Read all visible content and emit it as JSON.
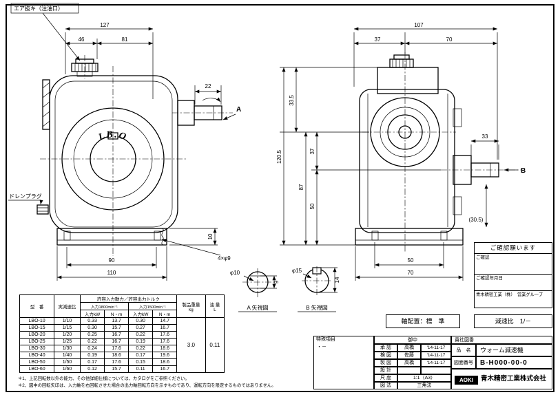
{
  "front": {
    "air_vent": "エア抜キ（注油口）",
    "drain": "ドレンプラグ",
    "logo": "LB.O",
    "d127": "127",
    "d46": "46",
    "d81": "81",
    "d22": "22",
    "d90": "90",
    "d110": "110",
    "d10": "10",
    "bolt": "4×φ9",
    "arrow": "A"
  },
  "side": {
    "d107": "107",
    "d37t": "37",
    "d70t": "70",
    "d335": "33.5",
    "d1205": "120.5",
    "d37": "37",
    "d87": "87",
    "d50": "50",
    "d33": "33",
    "d305": "(30.5)",
    "d50b": "50",
    "d70b": "70",
    "arrow": "B"
  },
  "detail_a": {
    "dia": "φ10",
    "dim": "9",
    "title": "A 矢視図"
  },
  "detail_b": {
    "dia": "φ15",
    "dim": "14",
    "title": "B 矢視図"
  },
  "confirm": {
    "title": "ご確認願います",
    "r1": "ご確認",
    "r2": "ご確認年月日",
    "r3": "青木精密工業（株）　営業グループ"
  },
  "axis": "軸配置：標　準",
  "ratio": "減速比　1/－",
  "spec": {
    "h_model": "型　番",
    "h_ratio": "実減速比",
    "h_group": "許容入力動力／許容出力トルク",
    "h_1800": "入力1800min⁻¹",
    "h_1500": "入力1500min⁻¹",
    "h_kw": "入力kW",
    "h_nm": "N・m",
    "h_wt": "製品重量",
    "h_wt_u": "kg",
    "h_oil": "油 量",
    "h_oil_u": "L",
    "wt": "3.0",
    "oil": "0.11",
    "rows": [
      {
        "m": "LBO-10",
        "r": "1/10",
        "a": "0.33",
        "b": "13.7",
        "c": "0.30",
        "d": "14.7"
      },
      {
        "m": "LBO-15",
        "r": "1/15",
        "a": "0.30",
        "b": "15.7",
        "c": "0.27",
        "d": "16.7"
      },
      {
        "m": "LBO-20",
        "r": "1/20",
        "a": "0.25",
        "b": "16.7",
        "c": "0.22",
        "d": "17.6"
      },
      {
        "m": "LBO-25",
        "r": "1/25",
        "a": "0.22",
        "b": "16.7",
        "c": "0.19",
        "d": "17.6"
      },
      {
        "m": "LBO-30",
        "r": "1/30",
        "a": "0.24",
        "b": "17.6",
        "c": "0.22",
        "d": "18.6"
      },
      {
        "m": "LBO-40",
        "r": "1/40",
        "a": "0.19",
        "b": "18.6",
        "c": "0.17",
        "d": "19.6"
      },
      {
        "m": "LBO-50",
        "r": "1/50",
        "a": "0.17",
        "b": "17.6",
        "c": "0.15",
        "d": "18.6"
      },
      {
        "m": "LBO-60",
        "r": "1/60",
        "a": "0.12",
        "b": "15.7",
        "c": "0.11",
        "d": "16.7"
      }
    ]
  },
  "notes": {
    "n1": "＊1、上記回転数以外の能力、その他詳細仕様については、カタログをご参照ください。",
    "n2": "＊2、図中の回転矢印は、入力軸を右回転させた場合の出力軸回転方向を示すものであり、運転方向を限定するものではありません。"
  },
  "tb": {
    "special": "特殊項目",
    "special_v": "・－",
    "onchu": "御中",
    "kisha": "貴社図番",
    "r0l": "承 認",
    "r0n": "高橋",
    "r0d": "'14-11-17",
    "r1l": "検 図",
    "r1n": "佐藤",
    "r1d": "'14-11-17",
    "r2l": "製 図",
    "r2n": "高橋",
    "r2d": "'14-11-17",
    "r3l": "設 計",
    "r4l": "尺 度",
    "r4v": "1:1（A3）",
    "r5l": "図 法",
    "r5v": "三角法",
    "pn_l": "品　名",
    "pn": "ウォーム減速機",
    "no_l": "図面番号",
    "no": "B-H000-00-0",
    "logo": "AOKI",
    "company": "青木精密工業株式会社"
  }
}
